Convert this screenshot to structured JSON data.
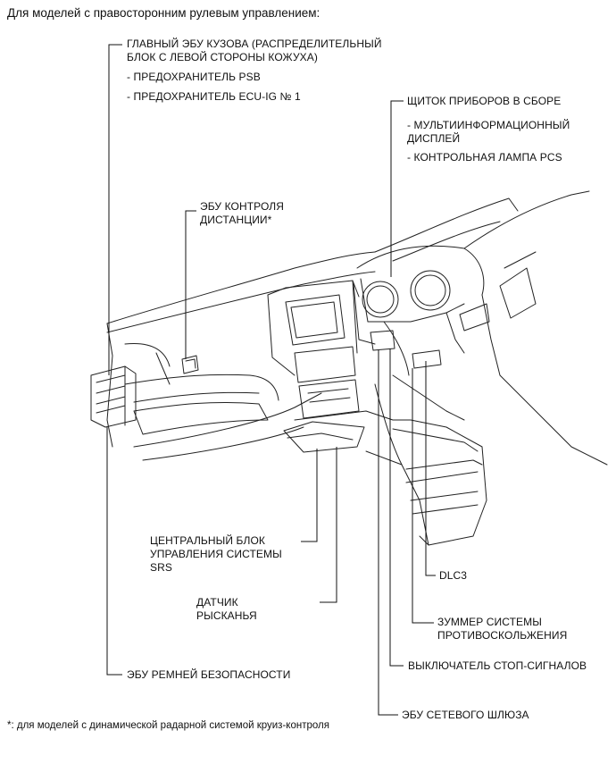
{
  "heading": "Для моделей с правосторонним рулевым управлением:",
  "labels": {
    "main_body_ecu": {
      "lines": [
        "ГЛАВНЫЙ ЭБУ КУЗОВА (РАСПРЕДЕЛИТЕЛЬНЫЙ",
        "БЛОК С ЛЕВОЙ СТОРОНЫ КОЖУХА)"
      ],
      "sub": [
        "- ПРЕДОХРАНИТЕЛЬ PSB",
        "- ПРЕДОХРАНИТЕЛЬ ECU-IG № 1"
      ]
    },
    "instrument_cluster": {
      "lines": [
        "ЩИТОК ПРИБОРОВ В СБОРЕ"
      ],
      "sub": [
        "- МУЛЬТИИНФОРМАЦИОННЫЙ",
        "ДИСПЛЕЙ",
        "- КОНТРОЛЬНАЯ ЛАМПА PCS"
      ]
    },
    "distance_ecu": {
      "lines": [
        "ЭБУ КОНТРОЛЯ",
        "ДИСТАНЦИИ*"
      ]
    },
    "srs_unit": {
      "lines": [
        "ЦЕНТРАЛЬНЫЙ БЛОК",
        "УПРАВЛЕНИЯ СИСТЕМЫ",
        "SRS"
      ]
    },
    "dlc3": {
      "lines": [
        "DLC3"
      ]
    },
    "yaw_sensor": {
      "lines": [
        "ДАТЧИК",
        "РЫСКАНЬЯ"
      ]
    },
    "buzzer": {
      "lines": [
        "ЗУММЕР СИСТЕМЫ",
        "ПРОТИВОСКОЛЬЖЕНИЯ"
      ]
    },
    "seatbelt_ecu": {
      "lines": [
        "ЭБУ РЕМНЕЙ БЕЗОПАСНОСТИ"
      ]
    },
    "stop_switch": {
      "lines": [
        "ВЫКЛЮЧАТЕЛЬ СТОП-СИГНАЛОВ"
      ]
    },
    "gateway_ecu": {
      "lines": [
        "ЭБУ СЕТЕВОГО ШЛЮЗА"
      ]
    }
  },
  "footnote": "*: для моделей с динамической радарной системой круиз-контроля"
}
